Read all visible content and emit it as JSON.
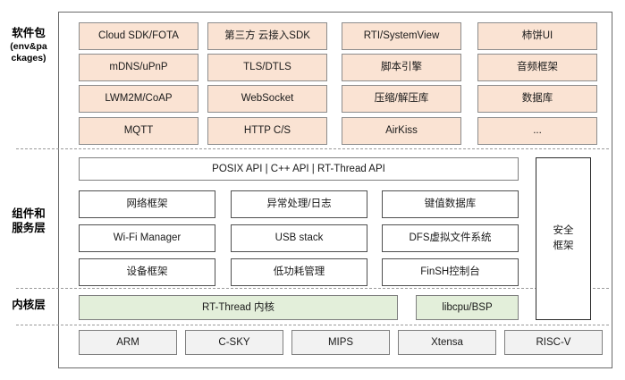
{
  "diagram": {
    "title": "RT-Thread software architecture layers",
    "colors": {
      "package_fill": "#fae3d3",
      "kernel_fill": "#e3efda",
      "cpu_fill": "#f2f2f2",
      "plain_fill": "#ffffff",
      "frame_border": "#6a6a6a",
      "divider": "#9a9a9a"
    }
  },
  "layers": {
    "packages": {
      "label_main": "软件包",
      "label_sub_line1": "(env&pa",
      "label_sub_line2": "ckages)",
      "rows": [
        [
          "Cloud SDK/FOTA",
          "第三方 云接入SDK",
          "RTI/SystemView",
          "柿饼UI"
        ],
        [
          "mDNS/uPnP",
          "TLS/DTLS",
          "脚本引擎",
          "音频框架"
        ],
        [
          "LWM2M/CoAP",
          "WebSocket",
          "压缩/解压库",
          "数据库"
        ],
        [
          "MQTT",
          "HTTP C/S",
          "AirKiss",
          "..."
        ]
      ]
    },
    "components": {
      "label_line1": "组件和",
      "label_line2": "服务层",
      "api_bar": "POSIX API  |  C++ API  |  RT-Thread API",
      "rows": [
        [
          "网络框架",
          "异常处理/日志",
          "键值数据库"
        ],
        [
          "Wi-Fi Manager",
          "USB stack",
          "DFS虚拟文件系统"
        ],
        [
          "设备框架",
          "低功耗管理",
          "FinSH控制台"
        ]
      ],
      "security": {
        "line1": "安全",
        "line2": "框架"
      }
    },
    "kernel": {
      "label": "内核层",
      "core": "RT-Thread 内核",
      "libcpu": "libcpu/BSP"
    },
    "cpus": [
      "ARM",
      "C-SKY",
      "MIPS",
      "Xtensa",
      "RISC-V"
    ]
  }
}
